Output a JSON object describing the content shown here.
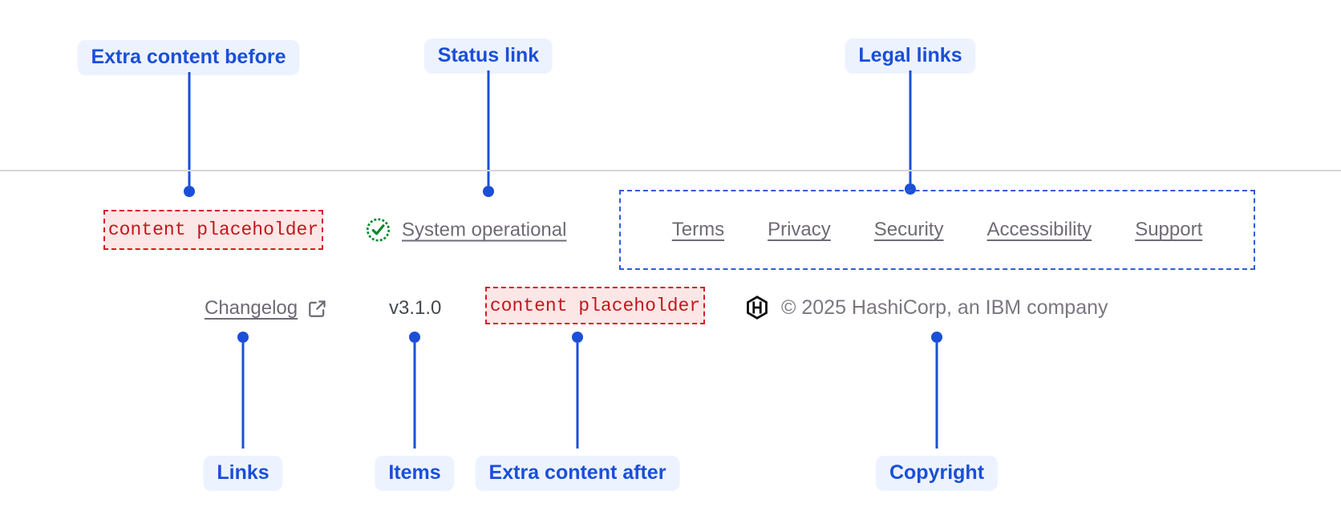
{
  "diagram": {
    "callouts": {
      "extra_content_before": "Extra content before",
      "status_link": "Status link",
      "legal_links": "Legal links",
      "links": "Links",
      "items": "Items",
      "extra_content_after": "Extra content after",
      "copyright": "Copyright"
    }
  },
  "footer": {
    "placeholder_before": "content placeholder",
    "status": {
      "label": "System operational",
      "icon": "check-circle-icon"
    },
    "legal_links": [
      "Terms",
      "Privacy",
      "Security",
      "Accessibility",
      "Support"
    ],
    "links": [
      {
        "label": "Changelog",
        "icon": "external-link-icon"
      }
    ],
    "version": "v3.1.0",
    "placeholder_after": "content placeholder",
    "copyright": {
      "logo": "hashicorp-logo",
      "text": "© 2025 HashiCorp, an IBM company"
    }
  },
  "colors": {
    "annotation_blue": "#1B4FD8",
    "annotation_pill_bg": "#EDF3FE",
    "placeholder_red": "#C2171D",
    "placeholder_bg": "#FCE6E6",
    "success_green": "#058A2E",
    "link_gray": "#6F6A76",
    "divider_gray": "#D7D4DC"
  }
}
